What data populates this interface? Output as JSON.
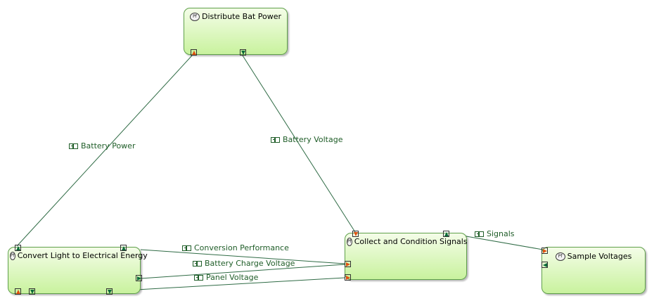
{
  "diagram": {
    "functions": {
      "distribute": {
        "title": "Distribute Bat Power",
        "badge": "Pf"
      },
      "convert": {
        "title": "Convert Light to Electrical Energy",
        "badge": "Pf"
      },
      "collect": {
        "title": "Collect and Condition Signals",
        "badge": "Pf"
      },
      "sample": {
        "title": "Sample Voltages",
        "badge": "Pf"
      }
    },
    "flows": {
      "battery_power": "Battery Power",
      "battery_voltage": "Battery Voltage",
      "conversion_performance": "Conversion Performance",
      "battery_charge_voltage": "Battery Charge Voltage",
      "panel_voltage": "Panel Voltage",
      "signals": "Signals"
    },
    "colors": {
      "function_fill_top": "#f4fde8",
      "function_fill_bottom": "#c9f29e",
      "function_border": "#5fa04a",
      "connector": "#2f6b45",
      "label_text": "#1f5d28",
      "input_port": "#e05010",
      "output_port": "#0d6a3a"
    }
  }
}
